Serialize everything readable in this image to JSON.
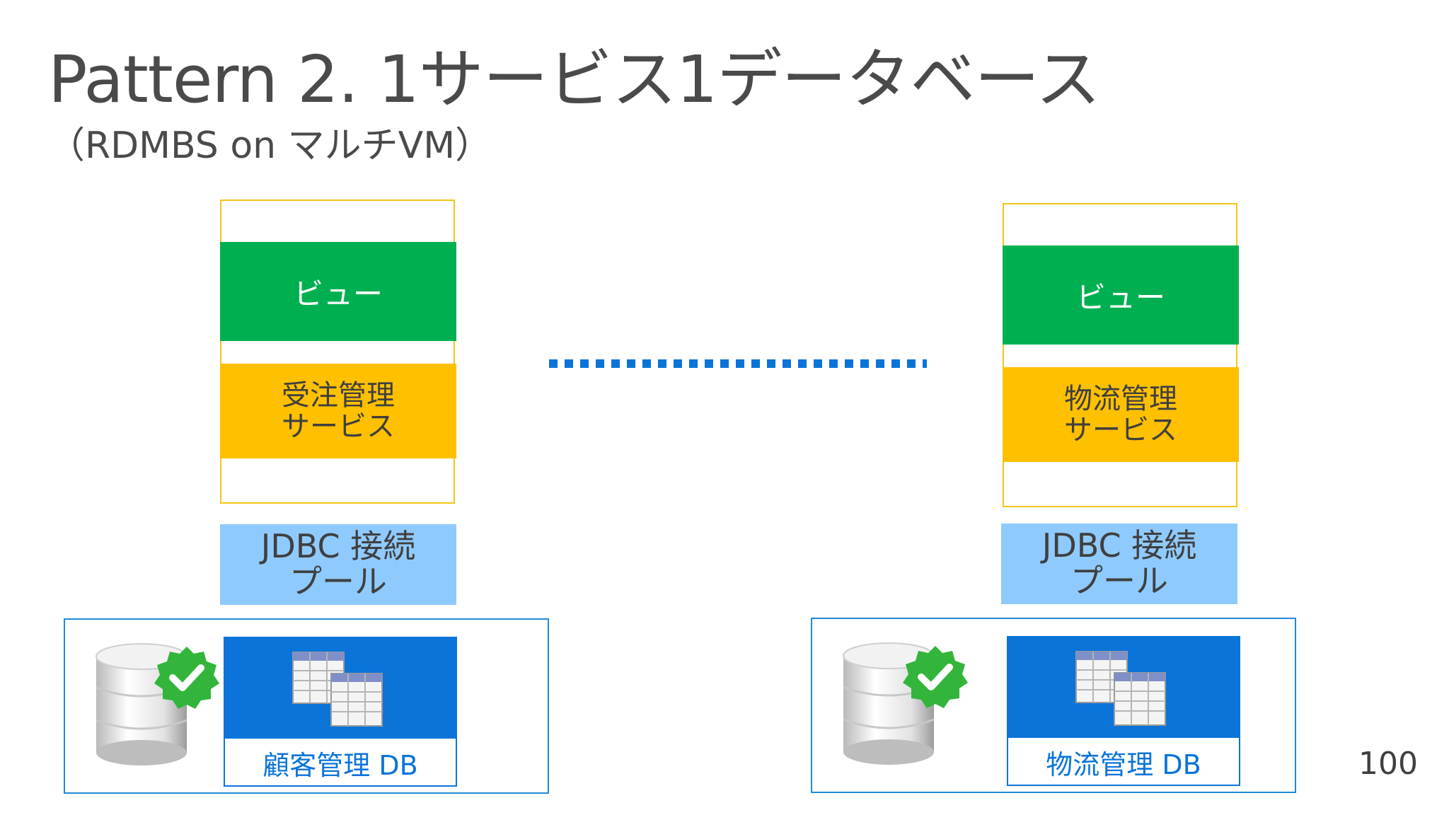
{
  "slide": {
    "title": "Pattern 2. 1サービス1データベース",
    "subtitle": "（RDMBS on マルチVM）",
    "page_number": "100"
  },
  "left": {
    "view_label": "ビュー",
    "service_line1": "受注管理",
    "service_line2": "サービス",
    "pool_line1": "JDBC 接続",
    "pool_line2": "プール",
    "db_label": "顧客管理 DB"
  },
  "right": {
    "view_label": "ビュー",
    "service_line1": "物流管理",
    "service_line2": "サービス",
    "pool_line1": "JDBC 接続",
    "pool_line2": "プール",
    "db_label": "物流管理 DB"
  },
  "colors": {
    "view": "#00b050",
    "service": "#ffc000",
    "pool": "#8fcaff",
    "db_blue": "#0a74d8",
    "vm_border": "#f5c518",
    "connector": "#0a74d8"
  },
  "icons": [
    "database-cylinder-icon",
    "checkmark-badge-icon",
    "tables-icon"
  ]
}
